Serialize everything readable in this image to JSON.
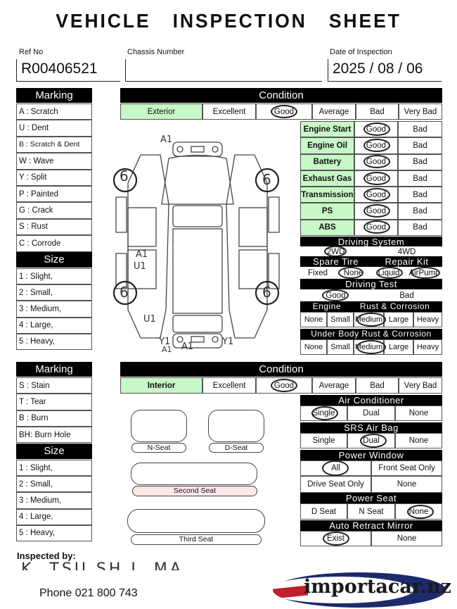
{
  "title": "VEHICLE INSPECTION SHEET",
  "fields": {
    "ref_label": "Ref No",
    "ref_value": "R00406521",
    "chassis_label": "Chassis Number",
    "chassis_value": "",
    "date_label": "Date of Inspection",
    "date_value": "2025 / 08 / 06"
  },
  "ext": {
    "marking_header": "Marking",
    "marking": [
      "A : Scratch",
      "U : Dent",
      "B : Scratch & Dent",
      "W : Wave",
      "Y : Split",
      "P : Painted",
      "G : Crack",
      "S : Rust",
      "C : Corrode"
    ],
    "size_header": "Size",
    "sizes": [
      "1 : Slight,",
      "2 : Small,",
      "3 : Medium,",
      "4 : Large,",
      "5 : Heavy,"
    ],
    "condition_header": "Condition",
    "grade_label": "Exterior",
    "grades": [
      "Excellent",
      "Good",
      "Average",
      "Bad",
      "Very Bad"
    ],
    "grade_selected": "Good",
    "checks": [
      {
        "name": "Engine Start",
        "ok": "Good",
        "bad": "Bad"
      },
      {
        "name": "Engine Oil",
        "ok": "Good",
        "bad": "Bad"
      },
      {
        "name": "Battery",
        "ok": "Good",
        "bad": "Bad"
      },
      {
        "name": "Exhaust Gas",
        "ok": "Good",
        "bad": "Bad"
      },
      {
        "name": "Transmission",
        "ok": "Good",
        "bad": "Bad"
      },
      {
        "name": "PS",
        "ok": "Good",
        "bad": "Bad"
      },
      {
        "name": "ABS",
        "ok": "Good",
        "bad": "Bad"
      }
    ],
    "drive_header": "Driving System",
    "drive_opts": [
      "2WD",
      "4WD"
    ],
    "spare_header": "Spare Tire",
    "spare_opts": [
      "Fixed",
      "None"
    ],
    "repair_header": "Repair Kit",
    "repair_opts": [
      "Liquid",
      "AirPump"
    ],
    "test_header": "Driving Test",
    "test_opts": [
      "Good",
      "Bad"
    ],
    "engine_rust_header": "Engine       Rust & Corrosion",
    "underbody_header": "Under Body Rust & Corrosion",
    "rust_opts": [
      "None",
      "Small",
      "Medium",
      "Large",
      "Heavy"
    ],
    "diagram_marks": {
      "roof": "A1",
      "front_l": "6",
      "front_r": "6",
      "rear_l": "6",
      "rear_r": "6",
      "side1": "A1",
      "side2": "U1",
      "sill": "U1",
      "bumper1": "Y1",
      "bumper2": "A1",
      "bumper3": "A1",
      "bumper4": "Y1"
    }
  },
  "int": {
    "marking_header": "Marking",
    "marking": [
      "S : Stain",
      "T : Tear",
      "B : Burn",
      "BH: Burn Hole"
    ],
    "size_header": "Size",
    "sizes": [
      "1 : Slight,",
      "2 : Small,",
      "3 : Medium,",
      "4 : Large,",
      "5 : Heavy,"
    ],
    "condition_header": "Condition",
    "grade_label": "Interior",
    "grades": [
      "Excellent",
      "Good",
      "Average",
      "Bad",
      "Very Bad"
    ],
    "ac_header": "Air Conditioner",
    "ac_opts": [
      "Single",
      "Dual",
      "None"
    ],
    "srs_header": "SRS Air Bag",
    "srs_opts": [
      "Single",
      "Dual",
      "None"
    ],
    "pw_header": "Power Window",
    "pw_opts": [
      "All",
      "Front Seat Only",
      "Drive Seat Only",
      "None"
    ],
    "ps_header": "Power Seat",
    "ps_opts": [
      "D Seat",
      "N Seat",
      "None"
    ],
    "mirror_header": "Auto Retract Mirror",
    "mirror_opts": [
      "Exist",
      "None"
    ],
    "seats": {
      "n": "N-Seat",
      "d": "D-Seat",
      "second": "Second  Seat",
      "third": "Third   Seat"
    }
  },
  "footer": {
    "inspected_by": "Inspected by:",
    "signature": "K  TSU SH I  MA",
    "phone": "Phone  021 800 743",
    "logo": "importacar.nz"
  }
}
